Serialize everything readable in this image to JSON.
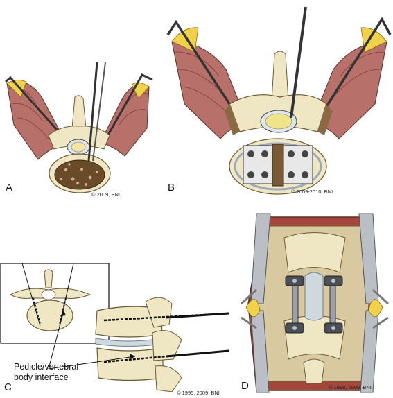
{
  "panels": {
    "a": {
      "letter": "A",
      "copyright": "© 2009, BNI"
    },
    "b": {
      "letter": "B",
      "copyright": "© 2009-2010, BNI"
    },
    "c": {
      "letter": "C",
      "copyright": "© 1995, 2009, BNI",
      "callout_line1": "Pedicle/vertebral",
      "callout_line2": "body interface"
    },
    "d": {
      "letter": "D",
      "copyright": "© 1995, 2009, BNI"
    }
  },
  "colors": {
    "bone": "#efe6c4",
    "bone_edge": "#6b5a33",
    "muscle": "#b8706a",
    "fat": "#f0d24a",
    "metal": "#b9bfc4",
    "cancellous": "#6b4a2a"
  }
}
